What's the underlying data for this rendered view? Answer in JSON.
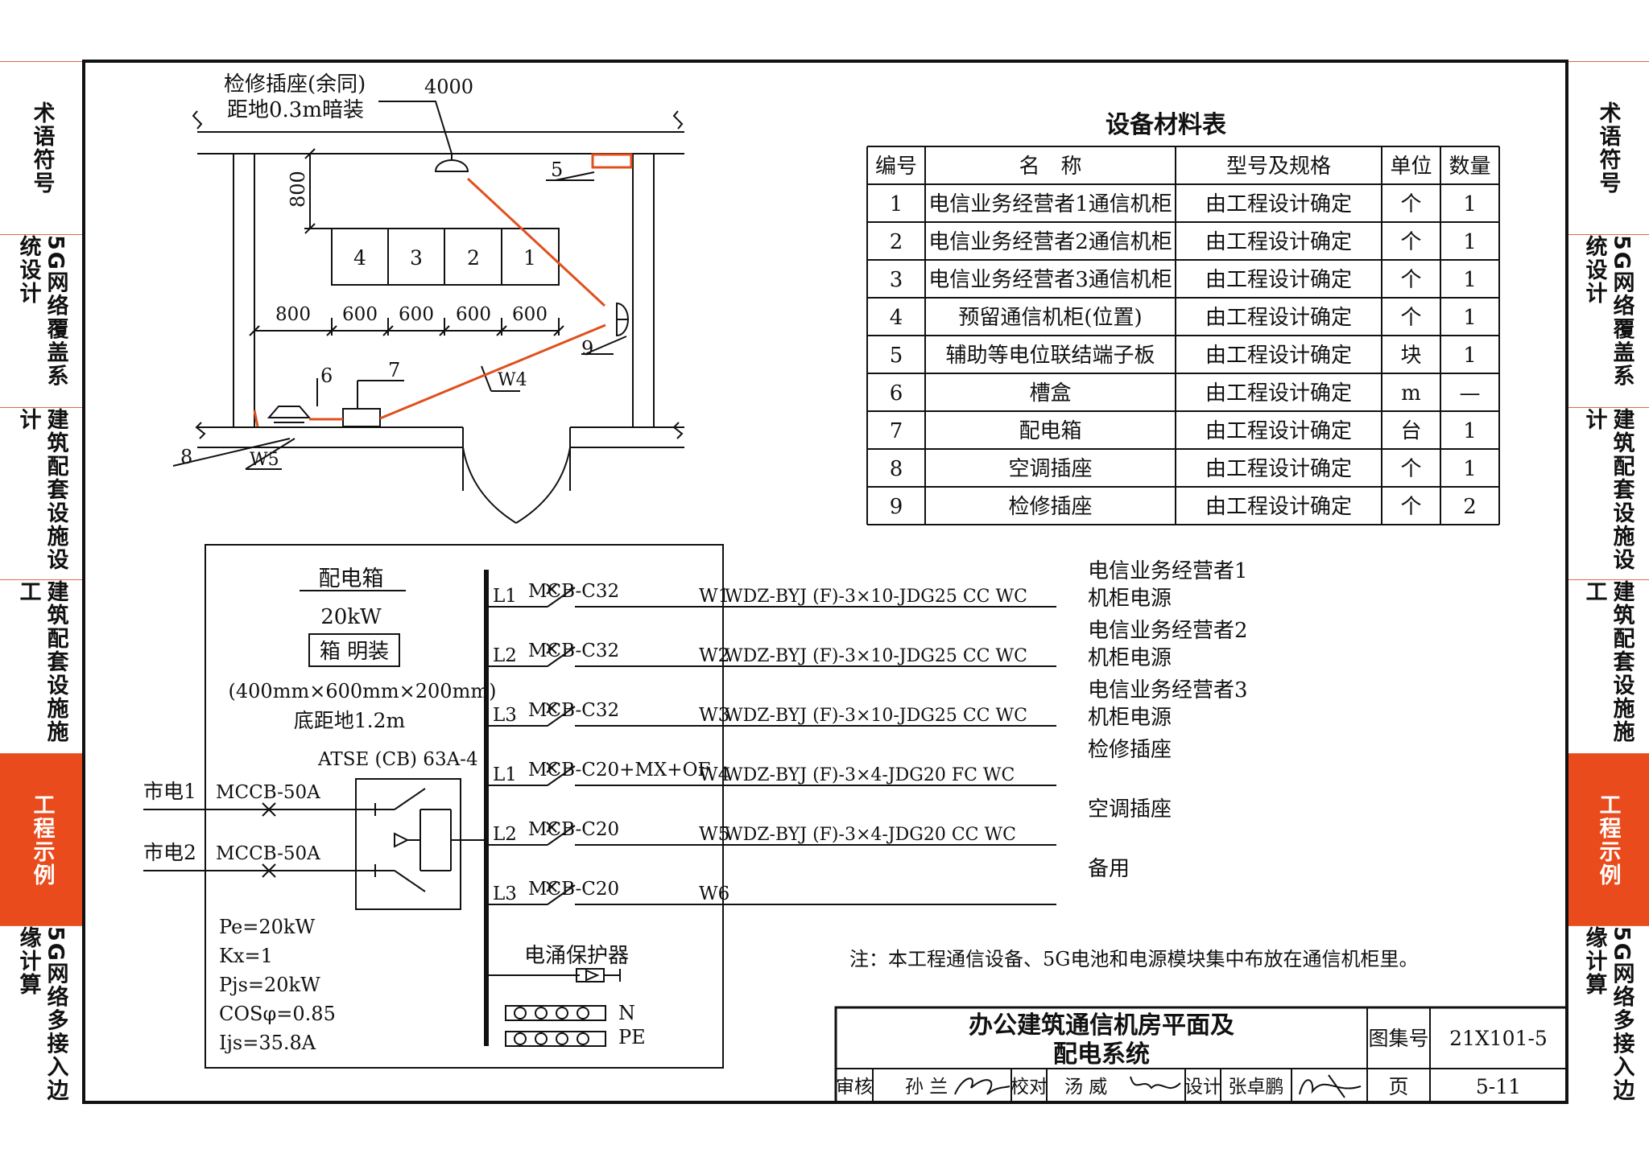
{
  "sidebar": {
    "items": [
      {
        "label": "术语符号",
        "active": false
      },
      {
        "label": "5G网络覆盖系统设计",
        "active": false
      },
      {
        "label": "建筑配套设施设计",
        "active": false
      },
      {
        "label": "建筑配套设施施工",
        "active": false
      },
      {
        "label": "工程示例",
        "active": true
      },
      {
        "label": "5G网络多接入边缘计算",
        "active": false
      }
    ]
  },
  "plan": {
    "socket_note_line1": "检修插座(余同)",
    "socket_note_line2": "距地0.3m暗装",
    "dim_total": "4000",
    "dim_vertical": "800",
    "cabinets": [
      "4",
      "3",
      "2",
      "1"
    ],
    "dims_bottom": [
      "800",
      "600",
      "600",
      "600",
      "600"
    ],
    "callouts": {
      "c5": "5",
      "c6": "6",
      "c7": "7",
      "c8": "8",
      "c9": "9",
      "w4": "W4",
      "w5": "W5"
    }
  },
  "materials_table": {
    "title": "设备材料表",
    "headers": [
      "编号",
      "名　称",
      "型号及规格",
      "单位",
      "数量"
    ],
    "rows": [
      [
        "1",
        "电信业务经营者1通信机柜",
        "由工程设计确定",
        "个",
        "1"
      ],
      [
        "2",
        "电信业务经营者2通信机柜",
        "由工程设计确定",
        "个",
        "1"
      ],
      [
        "3",
        "电信业务经营者3通信机柜",
        "由工程设计确定",
        "个",
        "1"
      ],
      [
        "4",
        "预留通信机柜(位置)",
        "由工程设计确定",
        "个",
        "1"
      ],
      [
        "5",
        "辅助等电位联结端子板",
        "由工程设计确定",
        "块",
        "1"
      ],
      [
        "6",
        "槽盒",
        "由工程设计确定",
        "m",
        "—"
      ],
      [
        "7",
        "配电箱",
        "由工程设计确定",
        "台",
        "1"
      ],
      [
        "8",
        "空调插座",
        "由工程设计确定",
        "个",
        "1"
      ],
      [
        "9",
        "检修插座",
        "由工程设计确定",
        "个",
        "2"
      ]
    ]
  },
  "distribution": {
    "box_title": "配电箱",
    "power": "20kW",
    "mount": "箱 明装",
    "size": "(400mm×600mm×200mm)",
    "height": "底距地1.2m",
    "ats": "ATSE (CB) 63A-4",
    "inputs": [
      {
        "source": "市电1",
        "breaker": "MCCB-50A"
      },
      {
        "source": "市电2",
        "breaker": "MCCB-50A"
      }
    ],
    "params": [
      "Pe=20kW",
      "Kx=1",
      "Pjs=20kW",
      "COSφ=0.85",
      "Ijs=35.8A"
    ],
    "spd": "电涌保护器",
    "n_label": "N",
    "pe_label": "PE",
    "circuits": [
      {
        "phase": "L1",
        "breaker": "MCB-C32",
        "id": "W1",
        "cable": "WDZ-BYJ (F)-3×10-JDG25 CC WC",
        "load1": "电信业务经营者1",
        "load2": "机柜电源"
      },
      {
        "phase": "L2",
        "breaker": "MCB-C32",
        "id": "W2",
        "cable": "WDZ-BYJ (F)-3×10-JDG25 CC WC",
        "load1": "电信业务经营者2",
        "load2": "机柜电源"
      },
      {
        "phase": "L3",
        "breaker": "MCB-C32",
        "id": "W3",
        "cable": "WDZ-BYJ (F)-3×10-JDG25 CC WC",
        "load1": "电信业务经营者3",
        "load2": "机柜电源"
      },
      {
        "phase": "L1",
        "breaker": "MCB-C20+MX+OF",
        "id": "W4",
        "cable": "WDZ-BYJ (F)-3×4-JDG20 FC WC",
        "load1": "检修插座",
        "load2": ""
      },
      {
        "phase": "L2",
        "breaker": "MCB-C20",
        "id": "W5",
        "cable": "WDZ-BYJ (F)-3×4-JDG20 CC WC",
        "load1": "空调插座",
        "load2": ""
      },
      {
        "phase": "L3",
        "breaker": "MCB-C20",
        "id": "W6",
        "cable": "",
        "load1": "备用",
        "load2": ""
      }
    ]
  },
  "note": "注：本工程通信设备、5G电池和电源模块集中布放在通信机柜里。",
  "title_block": {
    "title_line1": "办公建筑通信机房平面及",
    "title_line2": "配电系统",
    "atlas_label": "图集号",
    "atlas_no": "21X101-5",
    "page_label": "页",
    "page_no": "5-11",
    "review_label": "审核",
    "reviewer": "孙 兰",
    "check_label": "校对",
    "checker": "汤 威",
    "design_label": "设计",
    "designer": "张卓鹏"
  }
}
